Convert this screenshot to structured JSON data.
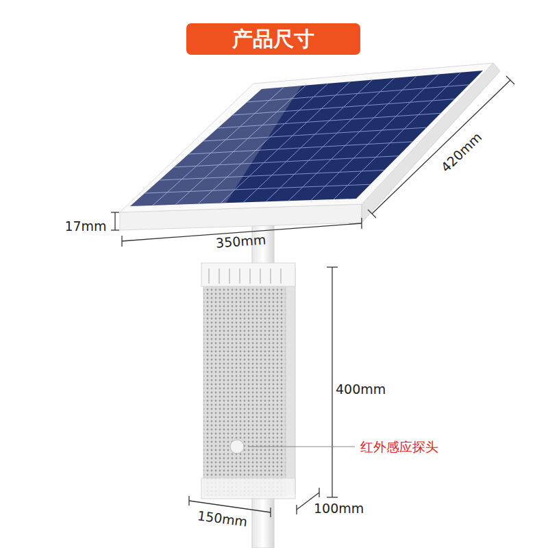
{
  "diagram": {
    "title": "产品尺寸",
    "labels": [
      "17mm",
      "350mm",
      "420mm",
      "400mm",
      "红外感应探头",
      "150mm",
      "100mm"
    ]
  }
}
